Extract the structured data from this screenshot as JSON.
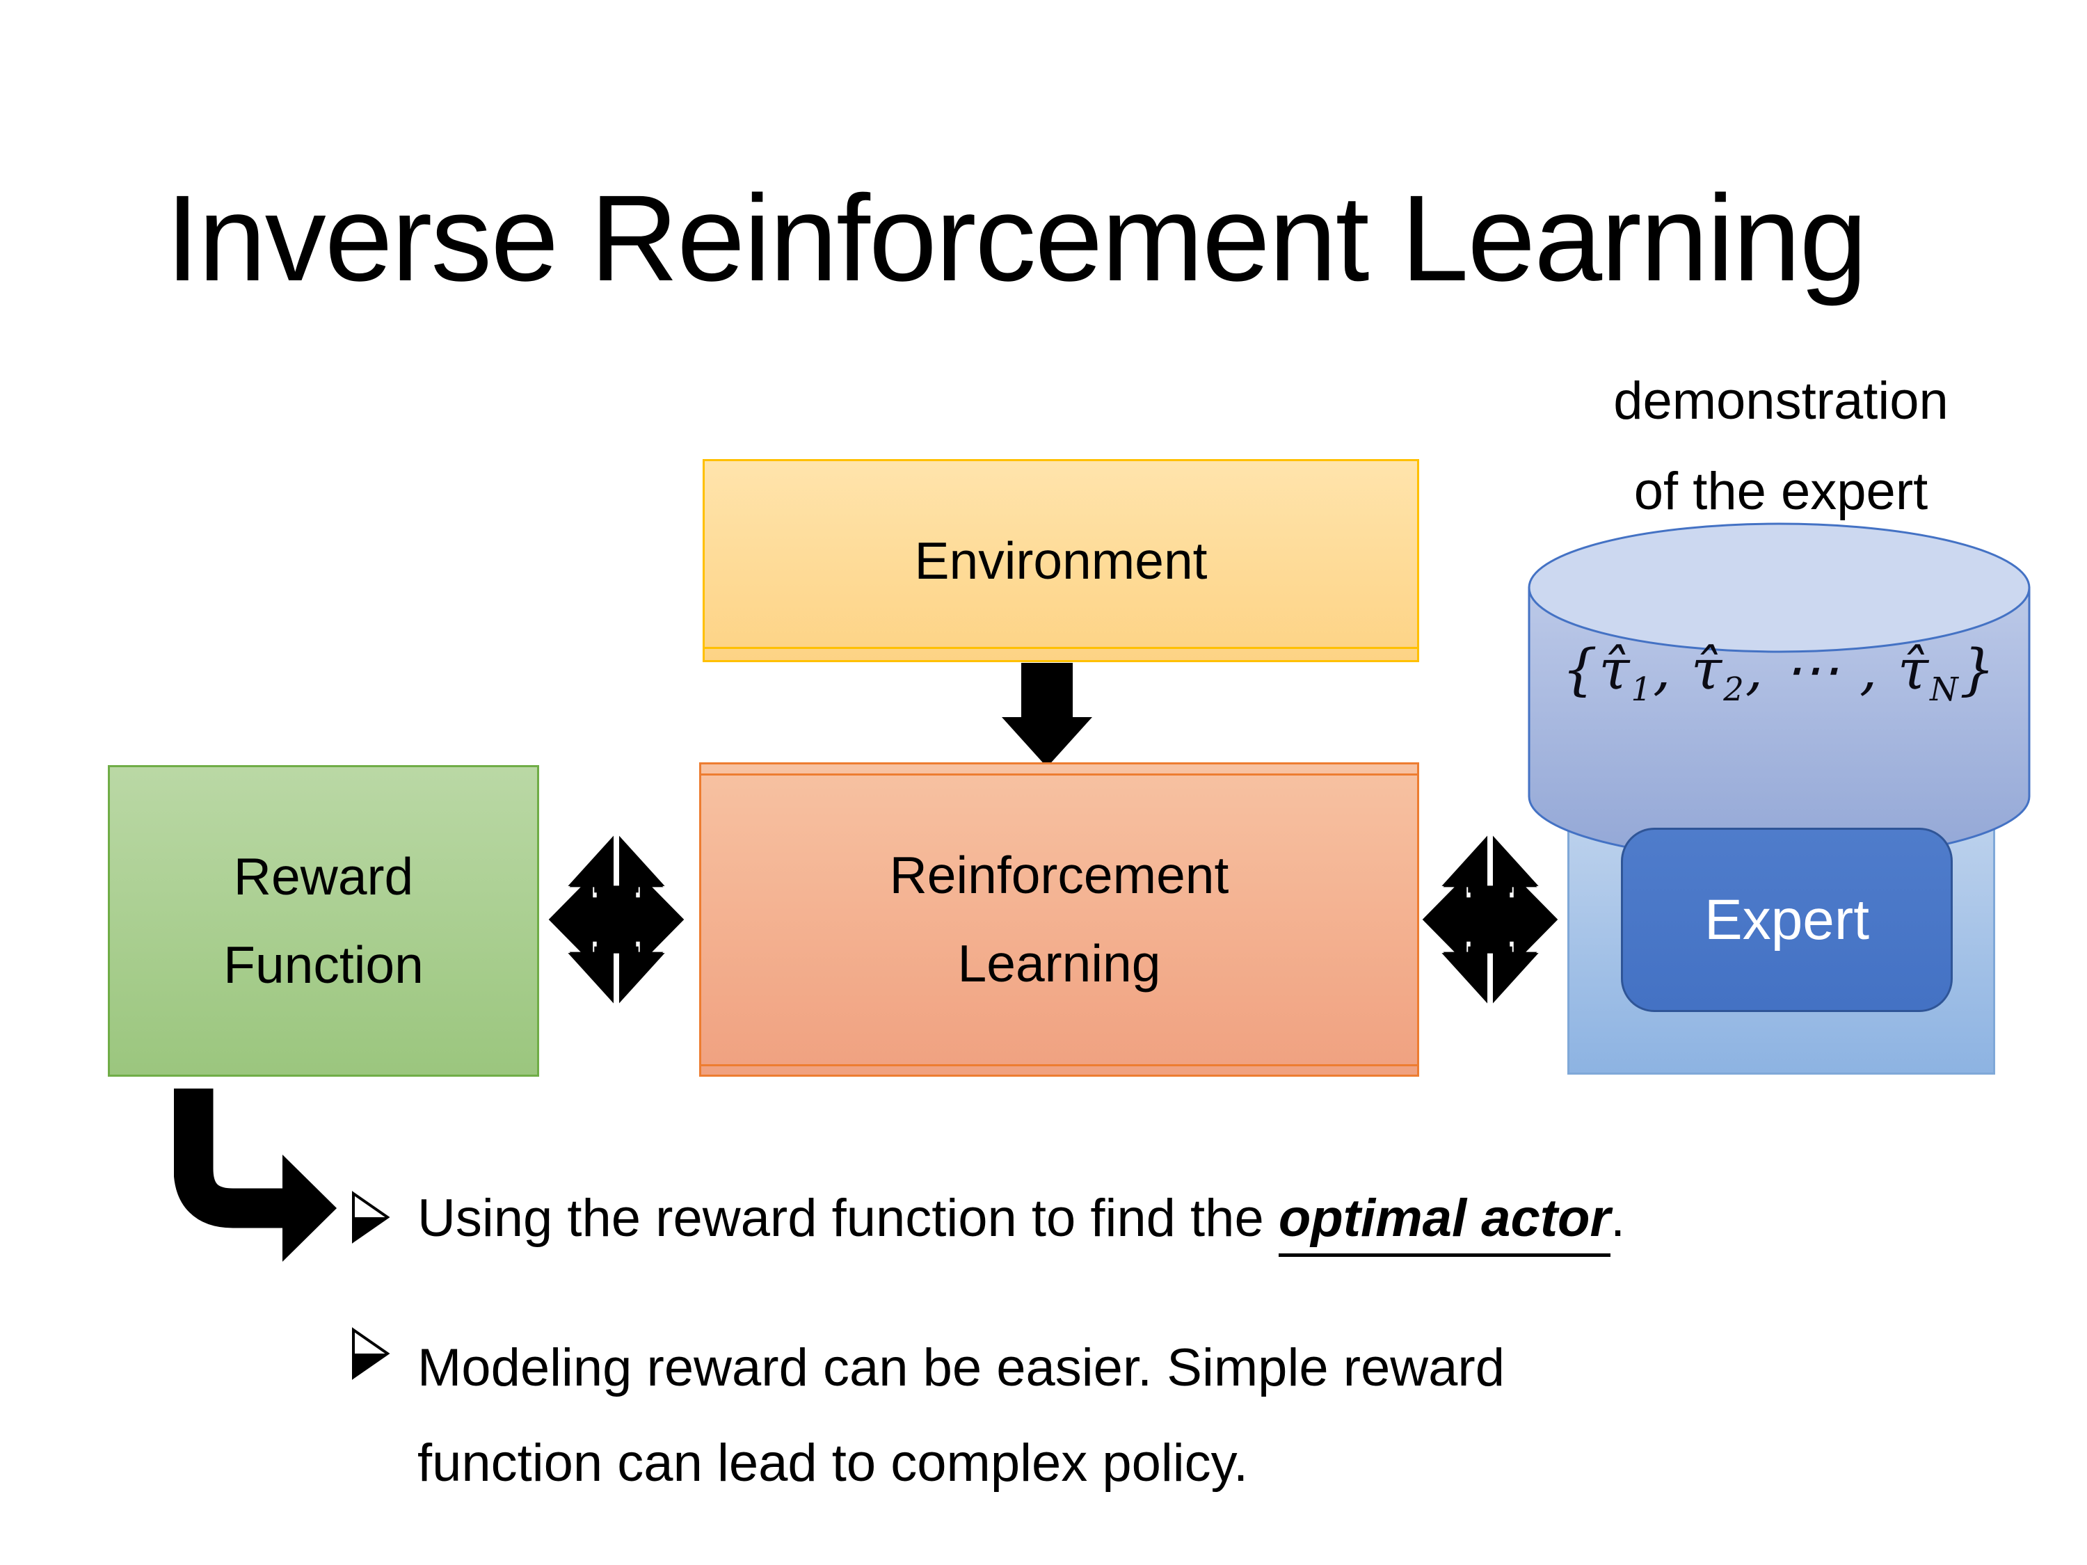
{
  "slide": {
    "title": "Inverse Reinforcement Learning",
    "demo_label": {
      "line1": "demonstration",
      "line2": "of the expert"
    },
    "environment": {
      "label": "Environment"
    },
    "reward_function": {
      "line1": "Reward",
      "line2": "Function"
    },
    "reinforcement_learning": {
      "line1": "Reinforcement",
      "line2": "Learning"
    },
    "expert": {
      "label": "Expert"
    },
    "demonstration_set": {
      "p1": "{τ̂",
      "s1": "1",
      "p2": ", τ̂",
      "s2": "2",
      "p3": ", ⋯ , τ̂",
      "s3": "N",
      "p4": "}"
    },
    "bullets": [
      {
        "pre": "Using the reward function to find the ",
        "emphasis": "optimal actor",
        "post": "."
      },
      {
        "line1": "Modeling reward can be easier. Simple reward",
        "line2": "function can lead to complex policy."
      }
    ],
    "icons": {
      "down_arrow": "down-block-arrow",
      "double_arrow": "left-right-up-down-double-arrow",
      "elbow_arrow": "elbow-bent-arrow",
      "bullet": "three-d-arrowhead-bullet"
    },
    "colors": {
      "environment_fill": "#fedc96",
      "environment_border": "#ffc000",
      "reward_fill": "#a9d18e",
      "reward_border": "#70ad47",
      "rl_fill": "#f4b183",
      "rl_border": "#ed7d31",
      "cylinder_fill": "#a3b5dd",
      "cylinder_top_fill": "#ccd8f0",
      "cylinder_border": "#4472c4",
      "expert_backdrop_fill": "#9dc3e6",
      "expert_fill": "#4472c4",
      "expert_border": "#2f5597",
      "expert_text": "#ffffff",
      "arrow": "#000000",
      "text": "#000000"
    }
  }
}
